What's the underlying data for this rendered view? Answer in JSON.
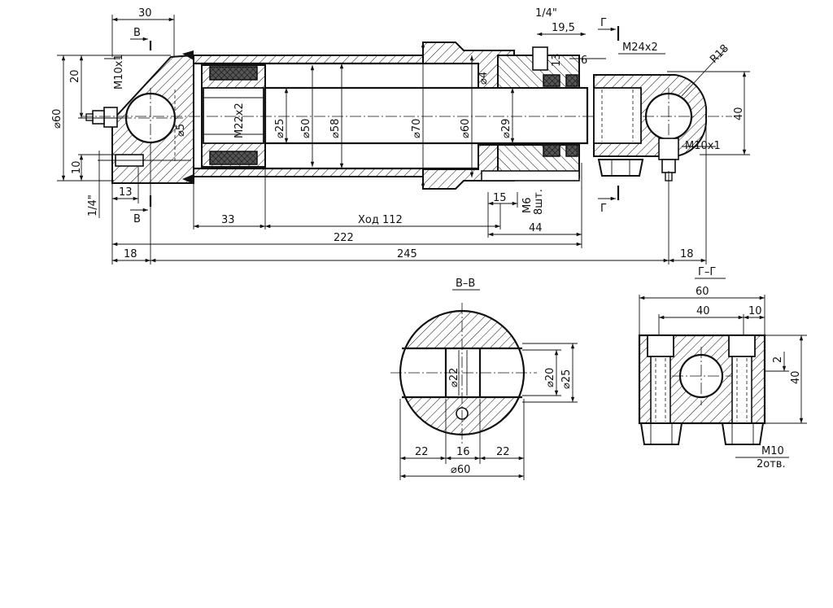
{
  "main_view": {
    "top_dims": {
      "d30": "30",
      "d19_5": "19,5",
      "d1_4_top": "1/4\"",
      "d13_top": "13",
      "d6": "6",
      "m24x2": "M24x2",
      "r18": "R18"
    },
    "section_marks": {
      "b_top": "В",
      "b_bottom": "В",
      "g_top": "Г",
      "g_bottom": "Г"
    },
    "left_dims": {
      "d20": "20",
      "m10x1_left": "M10x1",
      "dia60_left": "⌀60",
      "d10": "10",
      "d13": "13",
      "d1_4_left": "1/4\""
    },
    "inner_dims": {
      "dia5": "⌀5",
      "m22x2": "M22x2",
      "dia25": "⌀25",
      "dia50": "⌀50",
      "dia58": "⌀58",
      "dia70": "⌀70",
      "dia60": "⌀60",
      "dia29": "⌀29",
      "dia4": "⌀4",
      "m10x1_right": "M10x1",
      "d40_right": "40"
    },
    "bottom_dims": {
      "d15": "15",
      "m6": "M6",
      "pcs8": "8шт.",
      "d33": "33",
      "stroke": "Ход 112",
      "d44": "44",
      "d222": "222",
      "d18_left": "18",
      "d245": "245",
      "d18_right": "18"
    }
  },
  "section_bb": {
    "title": "В–В",
    "dia22": "⌀22",
    "dia20": "⌀20",
    "dia25": "⌀25",
    "d22_left": "22",
    "d16": "16",
    "d22_right": "22",
    "dia60": "⌀60"
  },
  "section_gg": {
    "title": "Г–Г",
    "d60": "60",
    "d40_top": "40",
    "d10": "10",
    "d2": "2",
    "d40_side": "40",
    "m10": "M10",
    "holes": "2отв."
  }
}
